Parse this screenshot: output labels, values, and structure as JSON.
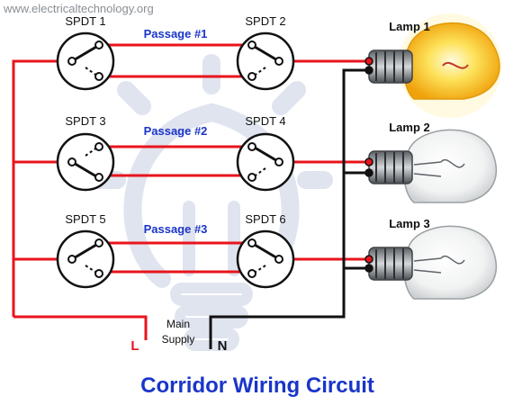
{
  "watermark": "www.electricaltechnology.org",
  "title": "Corridor Wiring Circuit",
  "switches": [
    {
      "label": "SPDT 1"
    },
    {
      "label": "SPDT 2"
    },
    {
      "label": "SPDT 3"
    },
    {
      "label": "SPDT 4"
    },
    {
      "label": "SPDT 5"
    },
    {
      "label": "SPDT 6"
    }
  ],
  "passages": [
    "Passage #1",
    "Passage #2",
    "Passage #3"
  ],
  "lamps": [
    {
      "label": "Lamp 1",
      "state": "on"
    },
    {
      "label": "Lamp 2",
      "state": "off"
    },
    {
      "label": "Lamp 3",
      "state": "off"
    }
  ],
  "supply": {
    "line_1": "Main",
    "line_2": "Supply",
    "live": "L",
    "neutral": "N"
  },
  "colors": {
    "live_wire": "#e8141c",
    "neutral_wire": "#111111",
    "passage_label": "#1a35c9",
    "title": "#1a35c9",
    "lamp_on": "#f7b40f",
    "watermark_text": "#8a8f94",
    "background_bulb": "#dfe4ef"
  }
}
